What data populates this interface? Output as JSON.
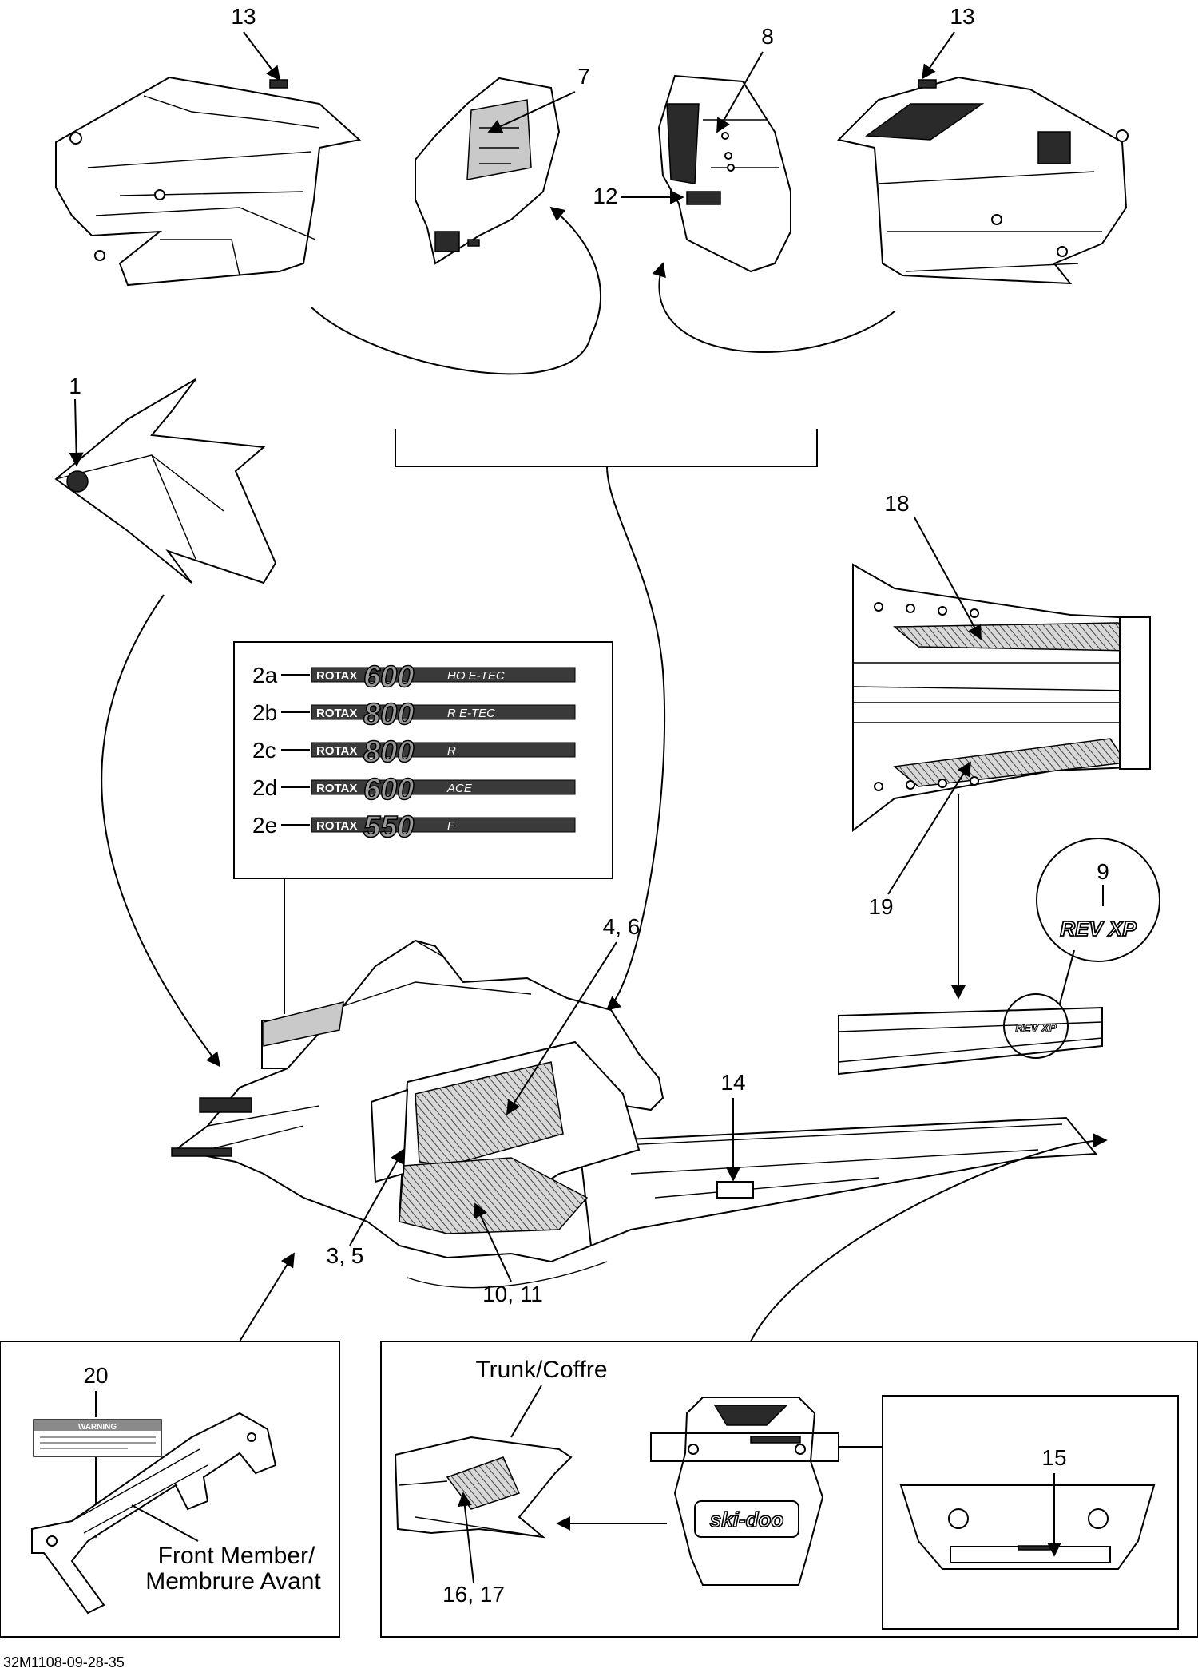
{
  "callouts": {
    "c13a": "13",
    "c7": "7",
    "c8": "8",
    "c13b": "13",
    "c12": "12",
    "c1": "1",
    "c18": "18",
    "c19": "19",
    "c9": "9",
    "c46": "4, 6",
    "c14": "14",
    "c35": "3, 5",
    "c1011": "10, 11",
    "c20": "20",
    "c15": "15",
    "c1617": "16, 17"
  },
  "decals": [
    {
      "key": "2a",
      "brand": "ROTAX",
      "number": "600",
      "suffix": "HO E-TEC"
    },
    {
      "key": "2b",
      "brand": "ROTAX",
      "number": "800",
      "suffix": "R E-TEC"
    },
    {
      "key": "2c",
      "brand": "ROTAX",
      "number": "800",
      "suffix": "R"
    },
    {
      "key": "2d",
      "brand": "ROTAX",
      "number": "600",
      "suffix": "ACE"
    },
    {
      "key": "2e",
      "brand": "ROTAX",
      "number": "550",
      "suffix": "F"
    }
  ],
  "labels": {
    "trunk": "Trunk/Coffre",
    "front_member_1": "Front Member/",
    "front_member_2": "Membrure Avant",
    "warning": "WARNING",
    "rev_logo": "REV XP",
    "skidoo_logo": "ski-doo"
  },
  "footer": {
    "code": "32M1108-09-28-35"
  }
}
